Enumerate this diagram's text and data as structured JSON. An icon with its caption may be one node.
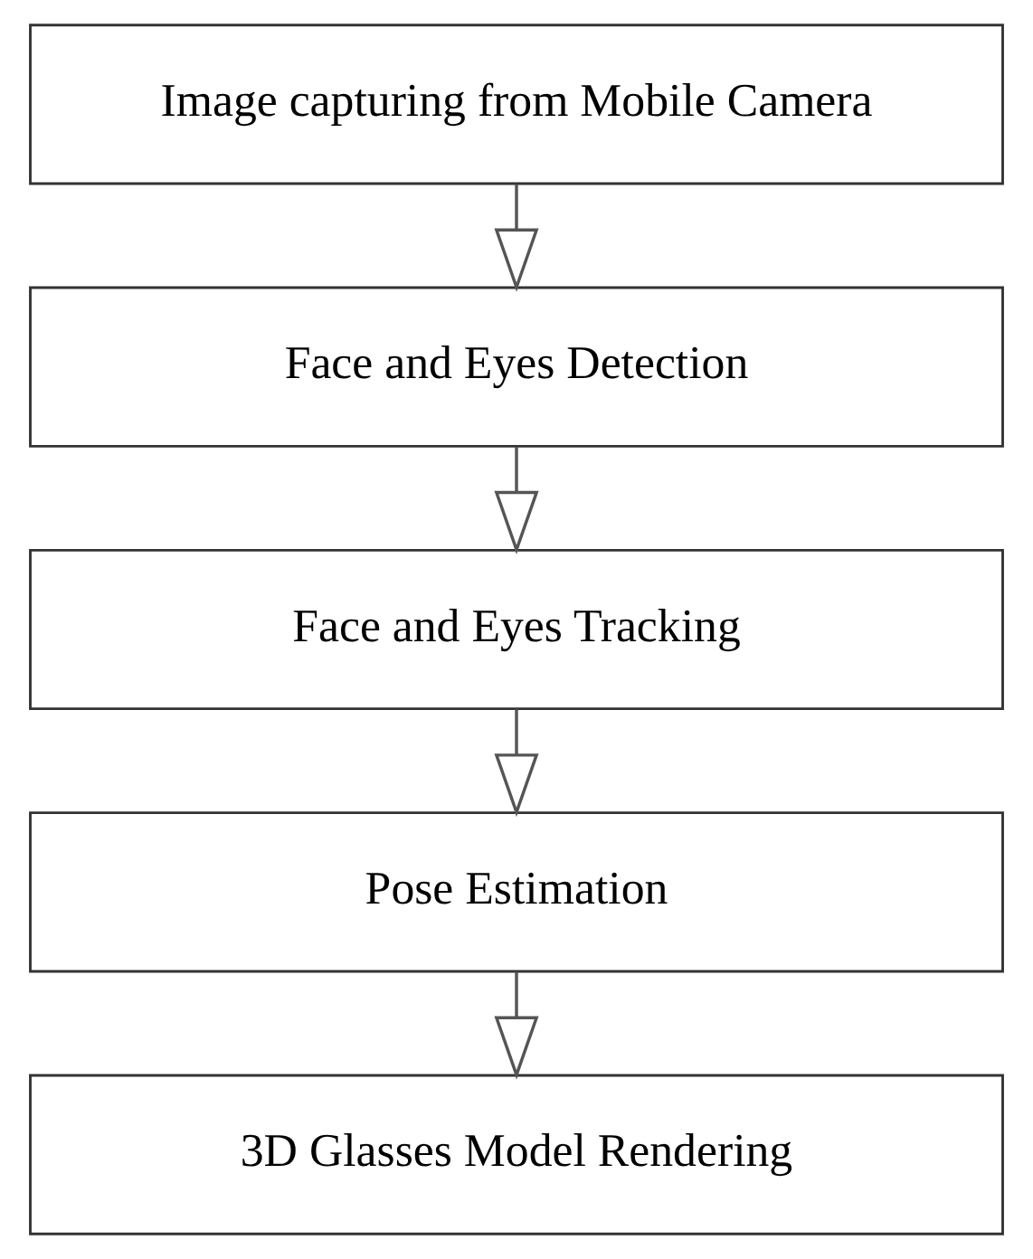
{
  "diagram": {
    "nodes": [
      {
        "text": [
          "Image capturing from Mobile Camera"
        ]
      },
      {
        "text": [
          "Face and Eyes Detection"
        ]
      },
      {
        "text": [
          "Face and Eyes Tracking"
        ]
      },
      {
        "text": [
          "Pose Estimation"
        ]
      },
      {
        "text": [
          "3D Glasses Model Rendering"
        ]
      }
    ],
    "edges": [
      {
        "from": 0,
        "to": 1,
        "arrow": "to"
      },
      {
        "from": 1,
        "to": 2,
        "arrow": "to"
      },
      {
        "from": 2,
        "to": 3,
        "arrow": "to"
      },
      {
        "from": 3,
        "to": 4,
        "arrow": "to"
      }
    ]
  }
}
